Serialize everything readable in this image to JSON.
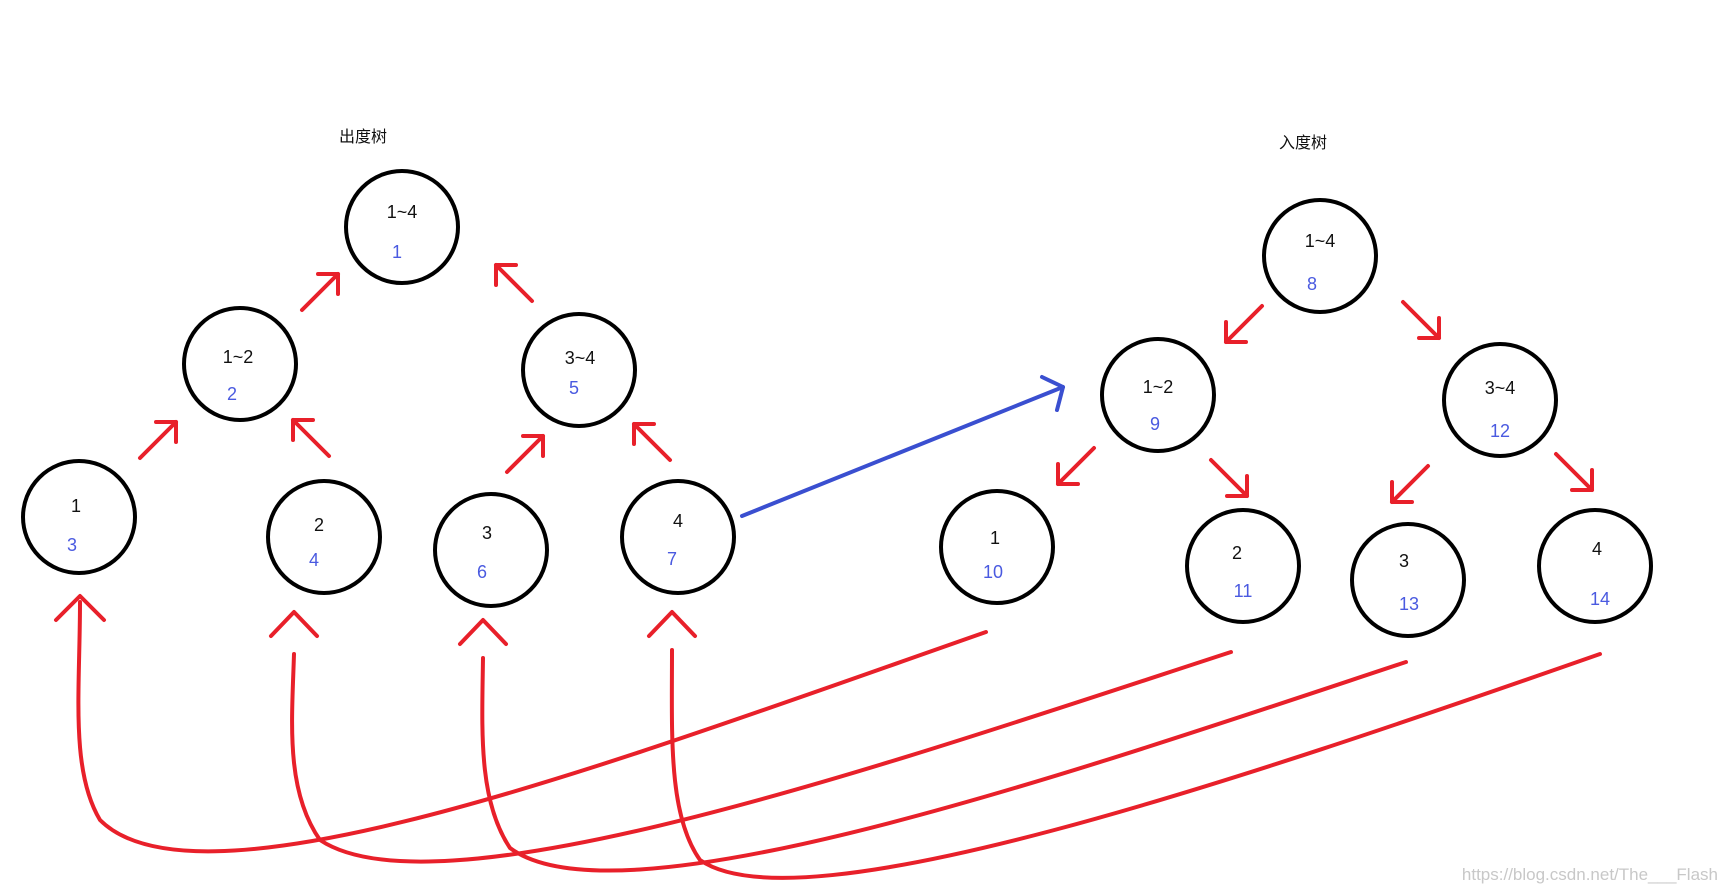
{
  "titles": {
    "out_tree": "出度树",
    "in_tree": "入度树"
  },
  "colors": {
    "edge": "#e8202a",
    "cross_edge": "#3a4fd0",
    "index_text": "#4a5ae0",
    "node_stroke": "#000000"
  },
  "out_tree": {
    "root": {
      "range": "1~4",
      "index": "1"
    },
    "left": {
      "range": "1~2",
      "index": "2"
    },
    "right": {
      "range": "3~4",
      "index": "5"
    },
    "leaf1": {
      "range": "1",
      "index": "3"
    },
    "leaf2": {
      "range": "2",
      "index": "4"
    },
    "leaf3": {
      "range": "3",
      "index": "6"
    },
    "leaf4": {
      "range": "4",
      "index": "7"
    }
  },
  "in_tree": {
    "root": {
      "range": "1~4",
      "index": "8"
    },
    "left": {
      "range": "1~2",
      "index": "9"
    },
    "right": {
      "range": "3~4",
      "index": "12"
    },
    "leaf1": {
      "range": "1",
      "index": "10"
    },
    "leaf2": {
      "range": "2",
      "index": "11"
    },
    "leaf3": {
      "range": "3",
      "index": "13"
    },
    "leaf4": {
      "range": "4",
      "index": "14"
    }
  },
  "watermark": "https://blog.csdn.net/The___Flash"
}
